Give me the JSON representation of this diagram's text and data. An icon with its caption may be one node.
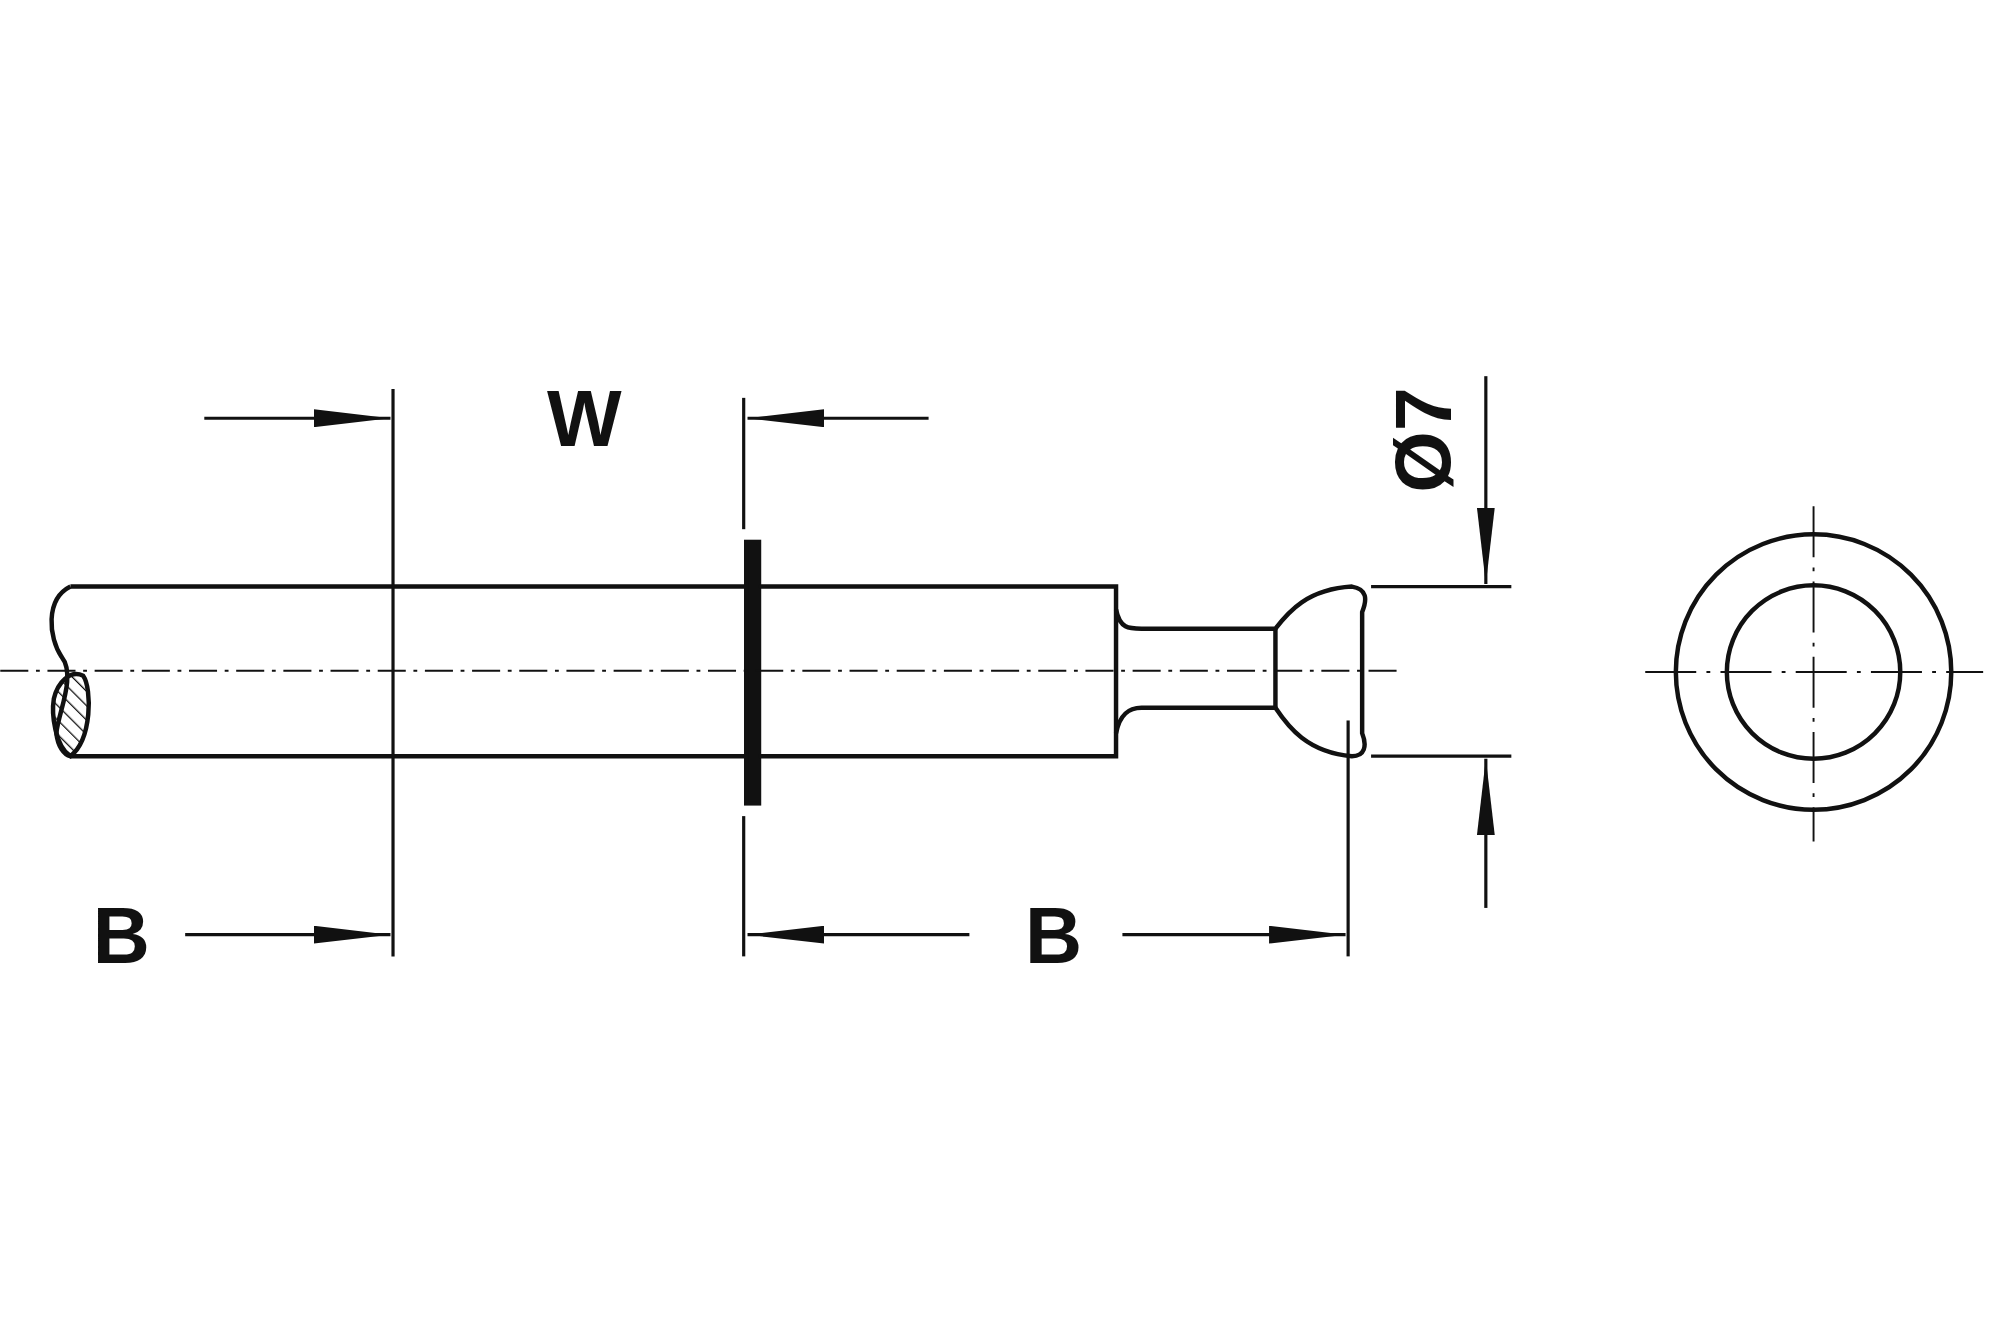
{
  "diagram": {
    "labels": [
      "W",
      "Ø7",
      "B",
      "B"
    ]
  }
}
